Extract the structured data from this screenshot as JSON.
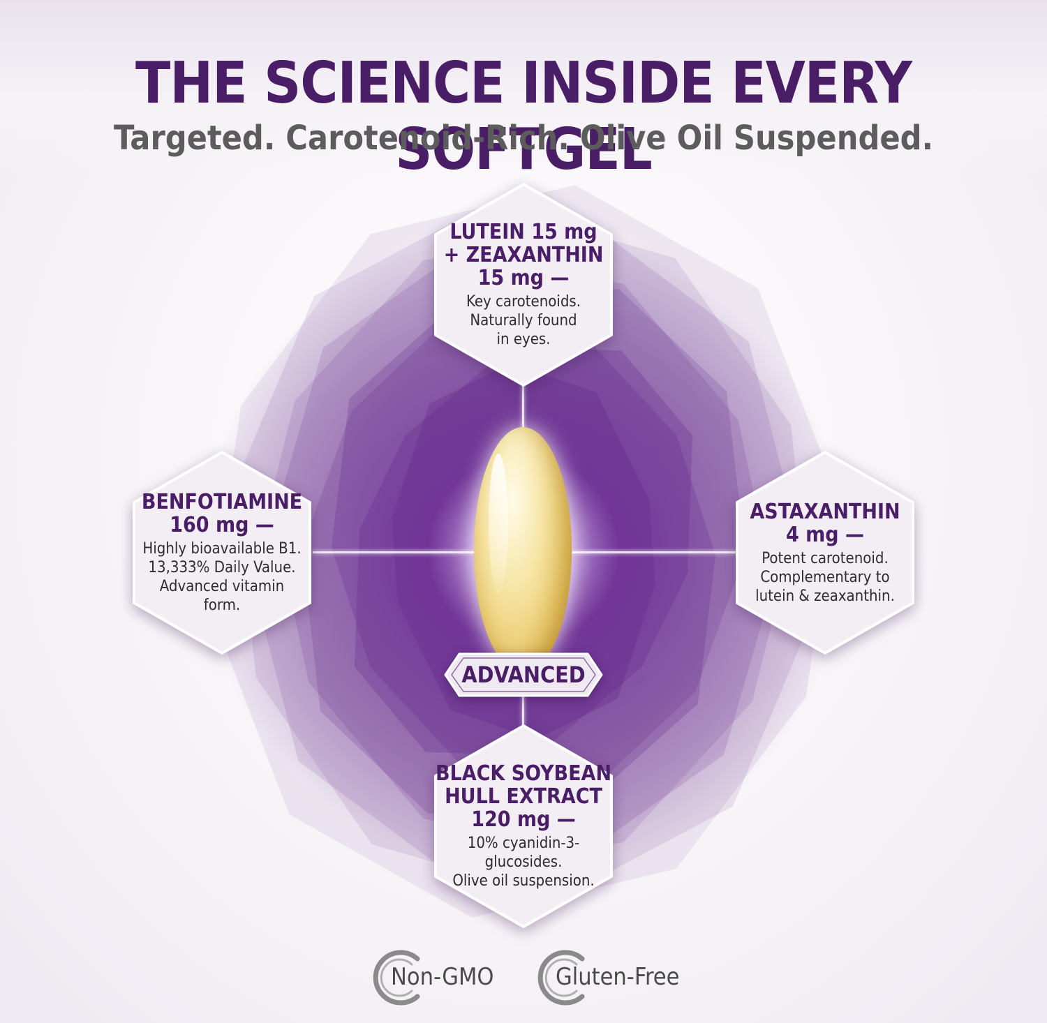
{
  "header": {
    "title": "THE SCIENCE INSIDE EVERY SOFTGEL",
    "subtitle": "Targeted. Carotenoid-Rich. Olive Oil Suspended."
  },
  "ingredients": {
    "top": {
      "title": "LUTEIN 15 mg\n+ ZEAXANTHIN\n15 mg —",
      "description": "Key carotenoids.\nNaturally found\nin eyes."
    },
    "left": {
      "title": "BENFOTIAMINE\n160 mg —",
      "description": "Highly bioavailable B1.\n13,333% Daily Value.\nAdvanced vitamin\nform."
    },
    "right": {
      "title": "ASTAXANTHIN\n4 mg —",
      "description": "Potent carotenoid.\nComplementary to\nlutein & zeaxanthin."
    },
    "bottom": {
      "title": "BLACK SOYBEAN\nHULL EXTRACT\n120 mg —",
      "description": "10% cyanidin-3-glucosides.\nOlive oil suspension."
    }
  },
  "badge": {
    "label": "ADVANCED"
  },
  "certifications": [
    {
      "label": "Non-GMO",
      "icon": "non-gmo-icon"
    },
    {
      "label": "Gluten-Free",
      "icon": "gluten-free-icon"
    }
  ],
  "colors": {
    "primary_purple": "#4a1e66",
    "burst_purple": "#5b1f82",
    "subtitle_gray": "#5c5c5c",
    "capsule_gold": "#e8c766"
  }
}
